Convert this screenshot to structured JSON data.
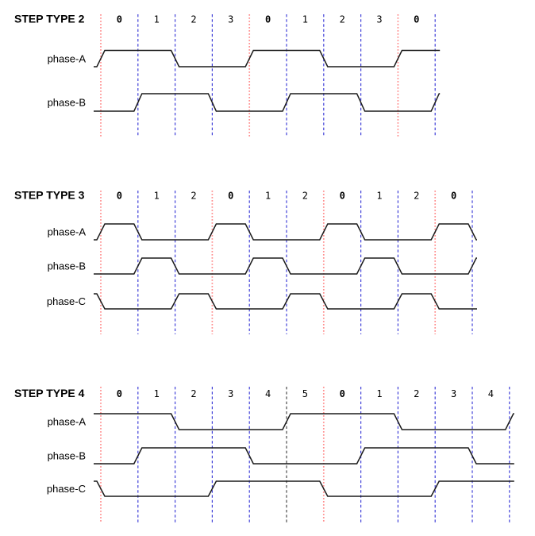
{
  "page": {
    "background": "#ffffff",
    "description": "Stepper motor phase timing diagrams for step types 2, 3 and 4"
  },
  "colors": {
    "wave": "#1b1b1b",
    "text": "#000000",
    "red_gridline": "#ff8f8f",
    "blue_gridline": "#4040d8",
    "black_gridline": "#4a4a4a"
  },
  "chart_data": [
    {
      "type": "line",
      "title": "STEP TYPE 2",
      "subtitle": "",
      "xlabel": "",
      "ylabel": "",
      "legend_position": "left",
      "grid": "vertical-dashed",
      "step_labels": [
        "0",
        "1",
        "2",
        "3",
        "0",
        "1",
        "2",
        "3",
        "0"
      ],
      "bold_step_label": "0",
      "gridline_colors": [
        "red",
        "blue",
        "blue",
        "blue",
        "red",
        "blue",
        "blue",
        "blue",
        "red",
        "blue"
      ],
      "series": [
        {
          "name": "phase-A",
          "levels": [
            1,
            1,
            0,
            0,
            1,
            1,
            0,
            0,
            1
          ],
          "pre_level": 0,
          "post_level": 1
        },
        {
          "name": "phase-B",
          "levels": [
            0,
            1,
            1,
            0,
            0,
            1,
            1,
            0,
            0
          ],
          "pre_level": 0,
          "post_level": 1
        }
      ]
    },
    {
      "type": "line",
      "title": "STEP TYPE 3",
      "subtitle": "",
      "xlabel": "",
      "ylabel": "",
      "legend_position": "left",
      "grid": "vertical-dashed",
      "step_labels": [
        "0",
        "1",
        "2",
        "0",
        "1",
        "2",
        "0",
        "1",
        "2",
        "0"
      ],
      "bold_step_label": "0",
      "gridline_colors": [
        "red",
        "blue",
        "blue",
        "red",
        "blue",
        "blue",
        "red",
        "blue",
        "blue",
        "red",
        "blue"
      ],
      "series": [
        {
          "name": "phase-A",
          "levels": [
            1,
            0,
            0,
            1,
            0,
            0,
            1,
            0,
            0,
            1
          ],
          "pre_level": 0,
          "post_level": 0
        },
        {
          "name": "phase-B",
          "levels": [
            0,
            1,
            0,
            0,
            1,
            0,
            0,
            1,
            0,
            0
          ],
          "pre_level": 0,
          "post_level": 1
        },
        {
          "name": "phase-C",
          "levels": [
            0,
            0,
            1,
            0,
            0,
            1,
            0,
            0,
            1,
            0
          ],
          "pre_level": 1,
          "post_level": 0
        }
      ]
    },
    {
      "type": "line",
      "title": "STEP TYPE 4",
      "subtitle": "",
      "xlabel": "",
      "ylabel": "",
      "legend_position": "left",
      "grid": "vertical-dashed",
      "step_labels": [
        "0",
        "1",
        "2",
        "3",
        "4",
        "5",
        "0",
        "1",
        "2",
        "3",
        "4"
      ],
      "bold_step_label": "0",
      "gridline_colors": [
        "red",
        "blue",
        "blue",
        "blue",
        "blue",
        "black",
        "red",
        "blue",
        "blue",
        "blue",
        "blue",
        "blue"
      ],
      "series": [
        {
          "name": "phase-A",
          "levels": [
            1,
            1,
            0,
            0,
            0,
            1,
            1,
            1,
            0,
            0,
            0
          ],
          "pre_level": 1,
          "post_level": 1
        },
        {
          "name": "phase-B",
          "levels": [
            0,
            1,
            1,
            1,
            0,
            0,
            0,
            1,
            1,
            1,
            0
          ],
          "pre_level": 0,
          "post_level": 0
        },
        {
          "name": "phase-C",
          "levels": [
            0,
            0,
            0,
            1,
            1,
            1,
            0,
            0,
            0,
            1,
            1
          ],
          "pre_level": 1,
          "post_level": 1
        }
      ]
    }
  ]
}
